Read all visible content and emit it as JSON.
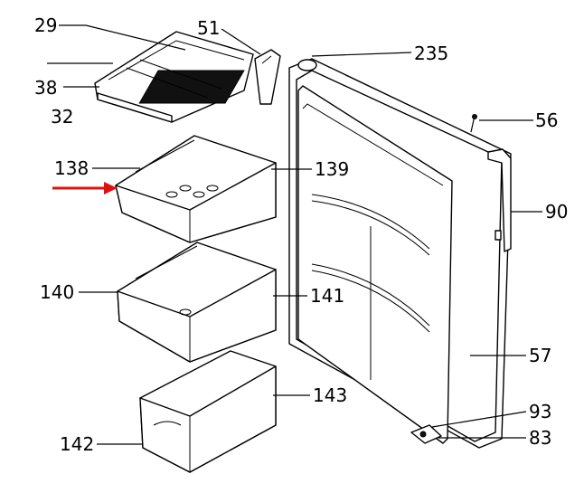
{
  "callouts": {
    "c29": "29",
    "c51": "51",
    "c235": "235",
    "c38": "38",
    "c32": "32",
    "c56": "56",
    "c138": "138",
    "c139": "139",
    "c90": "90",
    "c140": "140",
    "c141": "141",
    "c57": "57",
    "c143": "143",
    "c93": "93",
    "c142": "142",
    "c83": "83"
  },
  "colors": {
    "line": "#000000",
    "background": "#ffffff",
    "arrow": "#e01010"
  }
}
